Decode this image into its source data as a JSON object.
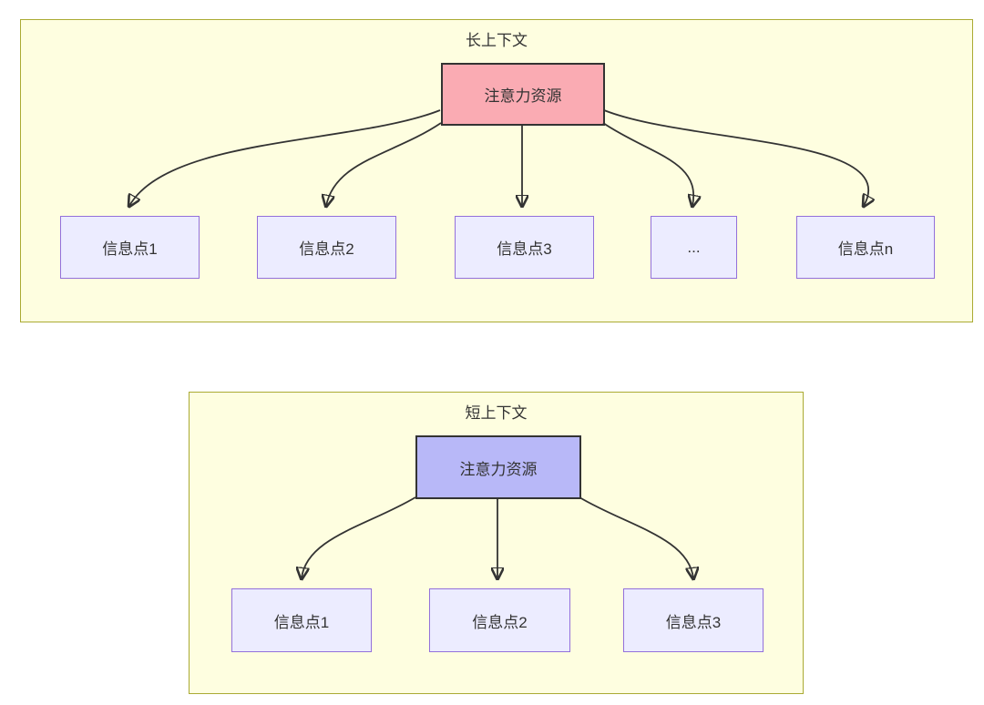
{
  "panels": [
    {
      "title": "长上下文",
      "source": {
        "label": "注意力资源"
      },
      "targets": [
        {
          "label": "信息点1"
        },
        {
          "label": "信息点2"
        },
        {
          "label": "信息点3"
        },
        {
          "label": "..."
        },
        {
          "label": "信息点n"
        }
      ]
    },
    {
      "title": "短上下文",
      "source": {
        "label": "注意力资源"
      },
      "targets": [
        {
          "label": "信息点1"
        },
        {
          "label": "信息点2"
        },
        {
          "label": "信息点3"
        }
      ]
    }
  ],
  "colors": {
    "cluster_fill": "#fefee0",
    "cluster_border": "#aaaa33",
    "info_node_fill": "#ececff",
    "info_node_border": "#9370db",
    "long_source_fill": "#faabb3",
    "short_source_fill": "#b8b8f8",
    "edge": "#333333",
    "text": "#333333"
  }
}
